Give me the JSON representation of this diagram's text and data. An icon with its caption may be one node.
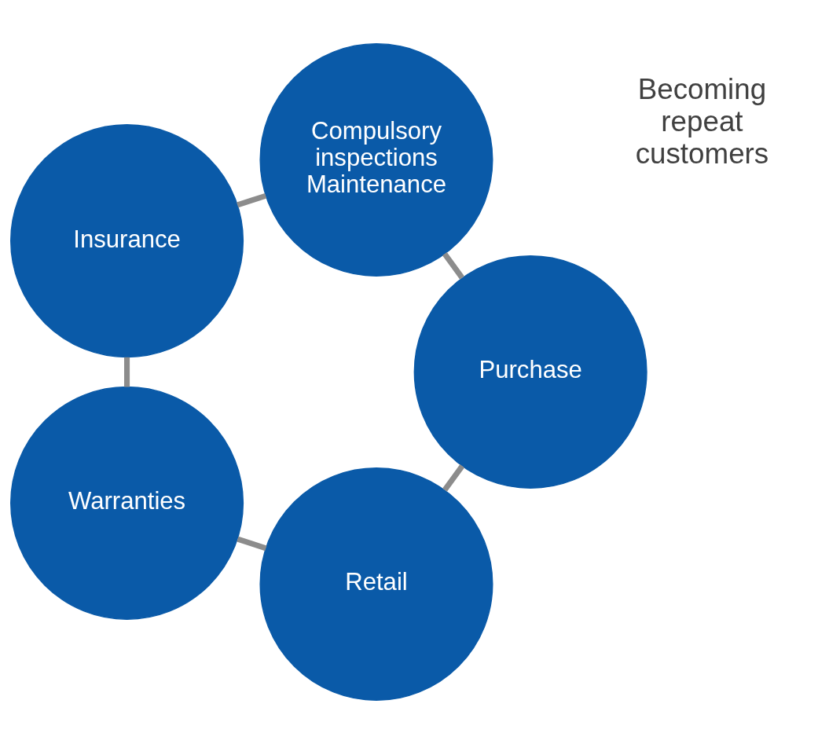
{
  "diagram": {
    "nodes": [
      {
        "text": [
          "Retail"
        ]
      },
      {
        "text": [
          "Warranties"
        ]
      },
      {
        "text": [
          "Insurance"
        ]
      },
      {
        "text": [
          "Compulsory inspections Maintenance"
        ]
      },
      {
        "text": [
          "Purchase"
        ]
      }
    ],
    "edges": [
      {
        "from": 0,
        "to": 1,
        "arrow": "none"
      },
      {
        "from": 1,
        "to": 2,
        "arrow": "none"
      },
      {
        "from": 2,
        "to": 3,
        "arrow": "none"
      },
      {
        "from": 3,
        "to": 4,
        "arrow": "none"
      },
      {
        "from": 4,
        "to": 0,
        "arrow": "none"
      }
    ],
    "labels": [
      "Becoming repeat customers"
    ]
  }
}
